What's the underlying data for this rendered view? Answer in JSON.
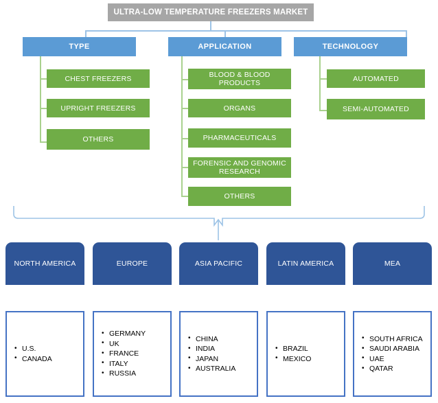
{
  "diagram": {
    "title": "ULTRA-LOW TEMPERATURE FREEZERS MARKET",
    "colors": {
      "title_bg": "#a6a6a6",
      "category_bg": "#5b9bd5",
      "subcategory_bg": "#70ad47",
      "region_bg": "#2f5597",
      "country_border": "#4472c4",
      "connector_blue": "#9dc3e6",
      "connector_green": "#a9d18e",
      "text_light": "#ffffff",
      "text_dark": "#000000"
    },
    "categories": [
      {
        "label": "TYPE",
        "items": [
          "CHEST FREEZERS",
          "UPRIGHT FREEZERS",
          "OTHERS"
        ]
      },
      {
        "label": "APPLICATION",
        "items": [
          "BLOOD & BLOOD PRODUCTS",
          "ORGANS",
          "PHARMACEUTICALS",
          "FORENSIC AND GENOMIC RESEARCH",
          "OTHERS"
        ]
      },
      {
        "label": "TECHNOLOGY",
        "items": [
          "AUTOMATED",
          "SEMI-AUTOMATED"
        ]
      }
    ],
    "regions": [
      {
        "label": "NORTH AMERICA",
        "countries": [
          "U.S.",
          "CANADA"
        ]
      },
      {
        "label": "EUROPE",
        "countries": [
          "GERMANY",
          "UK",
          "FRANCE",
          "ITALY",
          "RUSSIA"
        ]
      },
      {
        "label": "ASIA PACIFIC",
        "countries": [
          "CHINA",
          "INDIA",
          "JAPAN",
          "AUSTRALIA"
        ]
      },
      {
        "label": "LATIN AMERICA",
        "countries": [
          "BRAZIL",
          "MEXICO"
        ]
      },
      {
        "label": "MEA",
        "countries": [
          "SOUTH AFRICA",
          "SAUDI ARABIA",
          "UAE",
          "QATAR"
        ]
      }
    ]
  }
}
